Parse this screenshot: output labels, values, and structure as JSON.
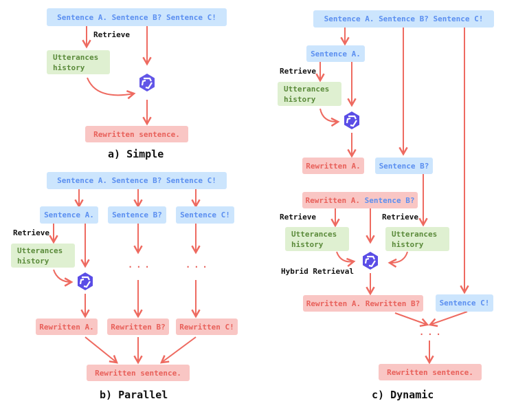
{
  "simple": {
    "input": "Sentence A. Sentence B? Sentence C!",
    "retrieve": "Retrieve",
    "history_line1": "Utterances",
    "history_line2": "history",
    "output": "Rewritten sentence.",
    "caption": "a) Simple"
  },
  "parallel": {
    "input": "Sentence A. Sentence B? Sentence C!",
    "split": [
      "Sentence A.",
      "Sentence B?",
      "Sentence C!"
    ],
    "retrieve": "Retrieve",
    "history_line1": "Utterances",
    "history_line2": "history",
    "ellipsis": "...",
    "rewritten": [
      "Rewritten A.",
      "Rewritten B?",
      "Rewritten C!"
    ],
    "output": "Rewritten sentence.",
    "caption": "b) Parallel"
  },
  "dynamic": {
    "input": "Sentence A. Sentence B? Sentence C!",
    "sentence_a": "Sentence A.",
    "retrieve": "Retrieve",
    "history_line1": "Utterances",
    "history_line2": "history",
    "rewritten_a": "Rewritten A.",
    "sentence_b": "Sentence B?",
    "combined_rewritten": "Rewritten A.",
    "combined_sentence": "Sentence B?",
    "hybrid_retrieval": "Hybrid Retrieval",
    "rewritten_ab": "Rewritten A. Rewritten B?",
    "sentence_c": "Sentence C!",
    "ellipsis": "...",
    "output": "Rewritten sentence.",
    "caption": "c) Dynamic"
  },
  "colors": {
    "input_box": "#cce5fd",
    "input_text": "#5b8ff0",
    "rewritten_box": "#f9c6c4",
    "rewritten_text": "#e8605a",
    "history_box": "#dff0d1",
    "history_text": "#5a8a3a",
    "arrow": "#ee6a60",
    "model_logo": "#5a4de6"
  },
  "icons": {
    "model": "llm-logo-icon"
  }
}
